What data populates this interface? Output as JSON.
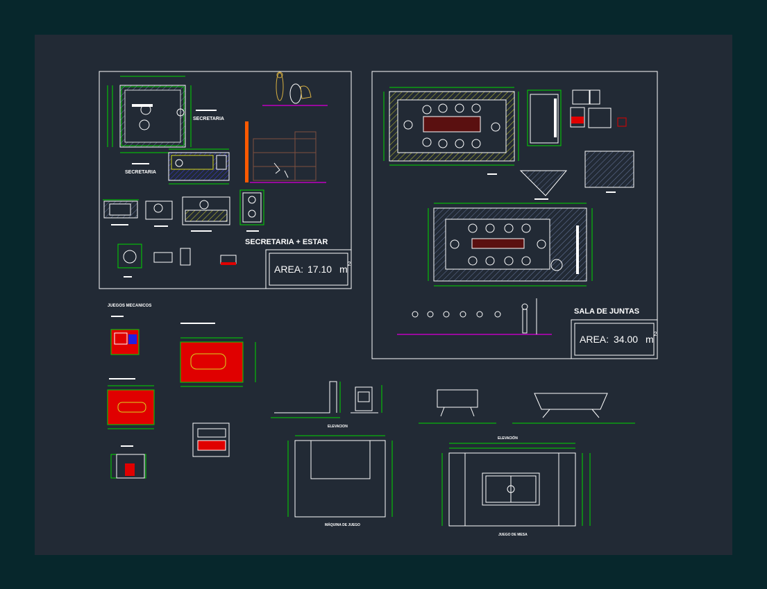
{
  "drawing": {
    "secretaria_panel": {
      "title": "SECRETARIA + ESTAR",
      "area_label": "AREA:",
      "area_value": "17.10",
      "area_unit": "m",
      "area_exp": "2",
      "label_secretaria_1": "SECRETARIA",
      "label_secretaria_2": "SECRETARIA"
    },
    "sala_panel": {
      "title": "SALA DE JUNTAS",
      "area_label": "AREA:",
      "area_value": "34.00",
      "area_unit": "m",
      "area_exp": "2"
    },
    "juegos": {
      "title": "JUEGOS MECANICOS"
    },
    "elevations": {
      "elevacion_1": "ELEVACION",
      "elevacion_2": "ELEVACIÓN",
      "maquina": "MÁQUINA DE JUEGO",
      "mesa": "JUEGO DE MESA"
    },
    "colors": {
      "background": "#07272c",
      "canvas": "#222a35",
      "line_white": "#ffffff",
      "dim_green": "#00d800",
      "red_fill": "#e00000",
      "yellow": "#d8d820",
      "magenta": "#c000c0",
      "orange": "#ff5a00"
    }
  }
}
